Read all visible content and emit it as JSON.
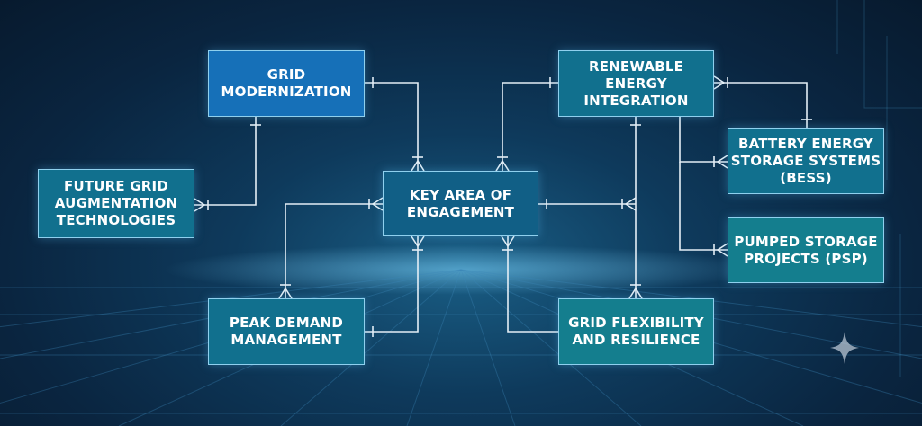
{
  "diagram": {
    "nodes": {
      "grid_modernization": "GRID\nMODERNIZATION",
      "renewable": "RENEWABLE\nENERGY\nINTEGRATION",
      "future_grid": "FUTURE GRID\nAUGMENTATION\nTECHNOLOGIES",
      "key_area": "KEY AREA OF\nENGAGEMENT",
      "bess": "BATTERY ENERGY\nSTORAGE SYSTEMS\n(BESS)",
      "psp": "PUMPED STORAGE\nPROJECTS (PSP)",
      "peak_demand": "PEAK DEMAND\nMANAGEMENT",
      "grid_flex": "GRID FLEXIBILITY\nAND RESILIENCE"
    },
    "edges": [
      {
        "from": "grid_modernization",
        "to": "key_area",
        "from_end": "one",
        "to_end": "many"
      },
      {
        "from": "grid_modernization",
        "to": "future_grid",
        "from_end": "one",
        "to_end": "many"
      },
      {
        "from": "key_area",
        "to": "renewable",
        "from_end": "many",
        "to_end": "one"
      },
      {
        "from": "renewable",
        "to": "bess",
        "from_end": "many",
        "to_end": "one"
      },
      {
        "from": "renewable",
        "to": "bess",
        "from_end": "none",
        "to_end": "many"
      },
      {
        "from": "renewable",
        "to": "psp",
        "from_end": "none",
        "to_end": "many"
      },
      {
        "from": "renewable",
        "to": "grid_flex",
        "from_end": "one",
        "to_end": "many"
      },
      {
        "from": "key_area",
        "to": "peak_demand",
        "from_end": "many",
        "to_end": "many"
      },
      {
        "from": "key_area",
        "to": "peak_demand",
        "from_end": "many",
        "to_end": "one"
      },
      {
        "from": "key_area",
        "to": "grid_flex",
        "from_end": "one",
        "to_end": "many"
      },
      {
        "from": "key_area",
        "to": "grid_flex",
        "from_end": "many",
        "to_end": "none"
      }
    ]
  },
  "colors": {
    "connector": "#e4eef6",
    "node_border": "#8fd0ee",
    "node_blue": "#1670b8",
    "node_teal": "#11708e"
  },
  "icons": {
    "corner": "sparkle-icon"
  }
}
